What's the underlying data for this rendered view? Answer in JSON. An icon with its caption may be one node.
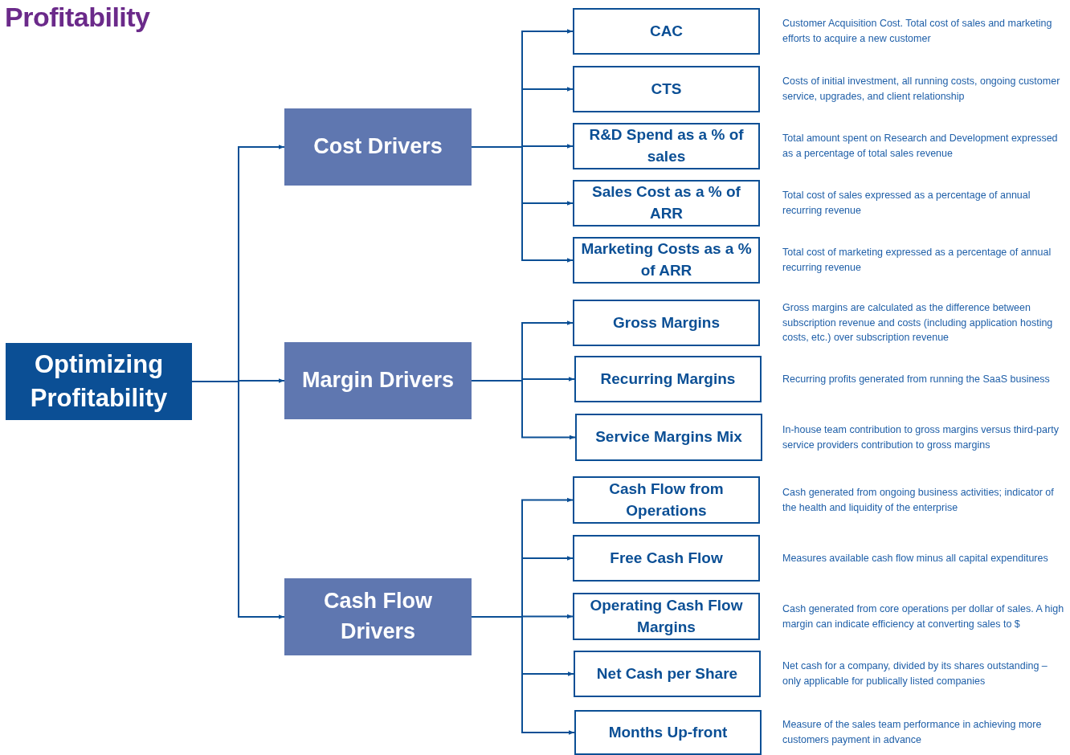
{
  "diagram": {
    "title": "Profitability",
    "nodes": [
      {
        "text": [
          "Optimizing Profitability"
        ]
      },
      {
        "text": [
          "Cost Drivers"
        ]
      },
      {
        "text": [
          "Margin Drivers"
        ]
      },
      {
        "text": [
          "Cash Flow Drivers"
        ]
      },
      {
        "text": [
          "CAC"
        ],
        "beside": [
          "Customer Acquisition Cost. Total cost of sales and marketing efforts to acquire a new customer"
        ]
      },
      {
        "text": [
          "CTS"
        ],
        "beside": [
          "Costs of initial investment, all running costs, ongoing customer service, upgrades, and client relationship"
        ]
      },
      {
        "text": [
          "R&D Spend as a % of sales"
        ],
        "beside": [
          "Total amount spent on Research and Development expressed as a percentage of total sales revenue"
        ]
      },
      {
        "text": [
          "Sales Cost as a % of ARR"
        ],
        "beside": [
          "Total cost of sales expressed as a percentage of annual recurring revenue"
        ]
      },
      {
        "text": [
          "Marketing Costs as a % of ARR"
        ],
        "beside": [
          "Total cost of marketing expressed as a percentage of annual recurring revenue"
        ]
      },
      {
        "text": [
          "Gross Margins"
        ],
        "beside": [
          "Gross margins are calculated as the difference between subscription revenue and costs (including application hosting costs, etc.) over subscription revenue"
        ]
      },
      {
        "text": [
          "Recurring Margins"
        ],
        "beside": [
          "Recurring profits generated from running the SaaS business"
        ]
      },
      {
        "text": [
          "Service Margins Mix"
        ],
        "beside": [
          "In-house team contribution to gross margins versus third-party service providers contribution to gross margins"
        ]
      },
      {
        "text": [
          "Cash Flow from Operations"
        ],
        "beside": [
          "Cash generated from ongoing business activities; indicator of the health and liquidity of the enterprise"
        ]
      },
      {
        "text": [
          "Free Cash Flow"
        ],
        "beside": [
          "Measures available cash flow minus all capital expenditures"
        ]
      },
      {
        "text": [
          "Operating Cash Flow Margins"
        ],
        "beside": [
          "Cash generated from core operations per dollar of sales. A high margin can indicate efficiency at converting sales to $"
        ]
      },
      {
        "text": [
          "Net Cash per Share"
        ],
        "beside": [
          "Net cash for a company, divided by its shares outstanding – only applicable for publically listed companies"
        ]
      },
      {
        "text": [
          "Months Up-front"
        ],
        "beside": [
          "Measure of the sales team performance in achieving more customers payment in advance"
        ]
      }
    ],
    "edges": [
      {
        "from": 0,
        "to": 1,
        "arrow": "to"
      },
      {
        "from": 0,
        "to": 2,
        "arrow": "to"
      },
      {
        "from": 0,
        "to": 3,
        "arrow": "to"
      },
      {
        "from": 1,
        "to": 4,
        "arrow": "to"
      },
      {
        "from": 1,
        "to": 5,
        "arrow": "to"
      },
      {
        "from": 1,
        "to": 6,
        "arrow": "to"
      },
      {
        "from": 1,
        "to": 7,
        "arrow": "to"
      },
      {
        "from": 1,
        "to": 8,
        "arrow": "to"
      },
      {
        "from": 2,
        "to": 9,
        "arrow": "to"
      },
      {
        "from": 2,
        "to": 10,
        "arrow": "to"
      },
      {
        "from": 2,
        "to": 11,
        "arrow": "to"
      },
      {
        "from": 3,
        "to": 12,
        "arrow": "to"
      },
      {
        "from": 3,
        "to": 13,
        "arrow": "to"
      },
      {
        "from": 3,
        "to": 14,
        "arrow": "to"
      },
      {
        "from": 3,
        "to": 15,
        "arrow": "to"
      },
      {
        "from": 3,
        "to": 16,
        "arrow": "to"
      }
    ]
  }
}
